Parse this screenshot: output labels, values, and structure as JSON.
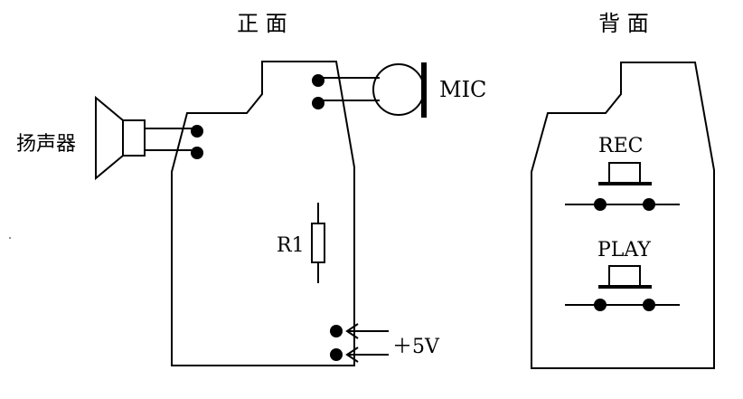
{
  "front": {
    "title": "正  面",
    "speaker_label": "扬声器",
    "mic_label": "MIC",
    "resistor_label": "R1",
    "power_label": "＋5V"
  },
  "back": {
    "title": "背  面",
    "rec_label": "REC",
    "play_label": "PLAY"
  }
}
